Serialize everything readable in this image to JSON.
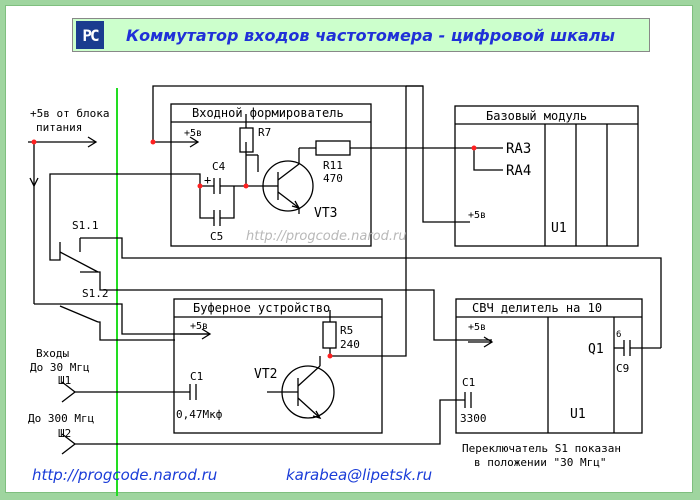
{
  "header": {
    "logo_text": "PC",
    "title": "Коммутатор входов частотомера - цифровой шкалы"
  },
  "power": {
    "label_line1": "+5в от блока",
    "label_line2": "питания"
  },
  "input_shaper": {
    "title": "Входной формирователь",
    "plus5": "+5в",
    "r7": "R7",
    "c4": "C4",
    "c5": "C5",
    "plus_sign": "+",
    "r11": "R11",
    "r11_value": "470",
    "vt3": "VT3"
  },
  "base_module": {
    "title": "Базовый модуль",
    "ra3": "RA3",
    "ra4": "RA4",
    "plus5": "+5в",
    "u1": "U1"
  },
  "switch": {
    "s11": "S1.1",
    "s12": "S1.2"
  },
  "buffer": {
    "title": "Буферное устройство",
    "plus5": "+5в",
    "r5": "R5",
    "r5_value": "240",
    "c1": "C1",
    "c1_value": "0,47Мкф",
    "vt2": "VT2"
  },
  "uhf_divider": {
    "title": "СВЧ делитель на 10",
    "plus5": "+5в",
    "c1": "C1",
    "c1_value": "3300",
    "u1": "U1",
    "pin6": "6",
    "q1": "Q1",
    "c9": "C9"
  },
  "inputs": {
    "title": "Входы",
    "to30": "До 30 Мгц",
    "sh1": "Ш1",
    "to300": "До 300 Мгц",
    "sh2": "Ш2"
  },
  "note": {
    "line1": "Переключатель S1 показан",
    "line2": "в положении \"30 Мгц\""
  },
  "watermark": "http://progcode.narod.ru",
  "footer": {
    "url": "http://progcode.narod.ru",
    "email": "karabea@lipetsk.ru"
  },
  "colors": {
    "background": "#9fd59f",
    "title_box": "#ccffcc",
    "title_text": "#2030d8",
    "wire": "#000000",
    "junction": "#ff0000",
    "marker_line": "#22dd22"
  }
}
